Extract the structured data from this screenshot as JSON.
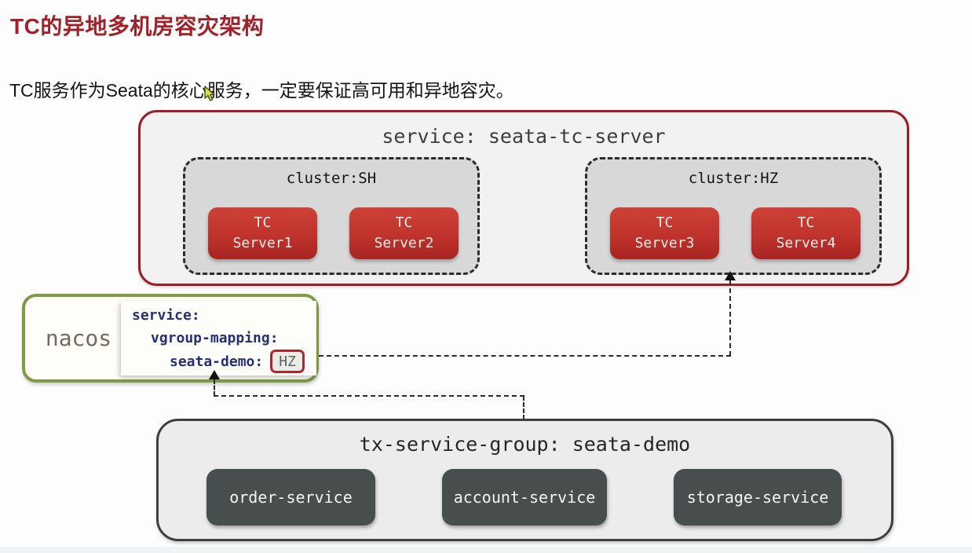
{
  "slide": {
    "title": "TC的异地多机房容灾架构",
    "subtitle": "TC服务作为Seata的核心服务，一定要保证高可用和异地容灾。"
  },
  "diagram": {
    "tc_service_box": {
      "label": "service: seata-tc-server",
      "clusters": [
        {
          "label": "cluster:SH",
          "servers": [
            {
              "label": "TC\nServer1"
            },
            {
              "label": "TC\nServer2"
            }
          ]
        },
        {
          "label": "cluster:HZ",
          "servers": [
            {
              "label": "TC\nServer3"
            },
            {
              "label": "TC\nServer4"
            }
          ]
        }
      ]
    },
    "nacos_box": {
      "label": "nacos",
      "config": {
        "line1": "service:",
        "line2": "vgroup-mapping:",
        "line3": "seata-demo:",
        "mapped_cluster": "HZ"
      }
    },
    "service_group_box": {
      "label": "tx-service-group: seata-demo",
      "services": [
        {
          "label": "order-service"
        },
        {
          "label": "account-service"
        },
        {
          "label": "storage-service"
        }
      ]
    }
  },
  "colors": {
    "title_red": "#a02127",
    "service_box_border": "#9d1c28",
    "tc_server_red": "#c0332c",
    "nacos_green": "#7e9c46",
    "config_navy": "#273076",
    "hz_badge_border": "#b1252f",
    "service_node_dark": "#484d4d"
  }
}
